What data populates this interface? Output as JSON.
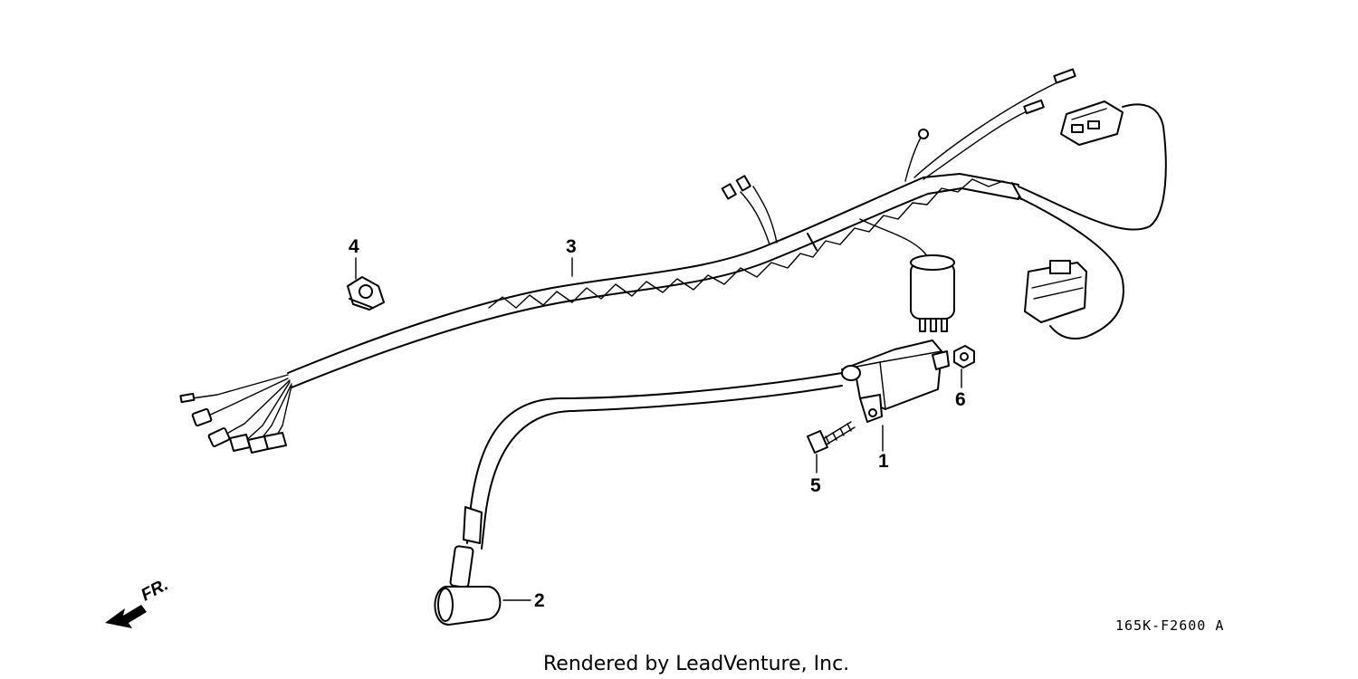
{
  "callouts": {
    "p1": "1",
    "p2": "2",
    "p3": "3",
    "p4": "4",
    "p5": "5",
    "p6": "6"
  },
  "direction_label": "FR.",
  "diagram_code": "165K-F2600 A",
  "credit": "Rendered by LeadVenture, Inc.",
  "icons": [
    "front-direction-arrow-icon"
  ]
}
